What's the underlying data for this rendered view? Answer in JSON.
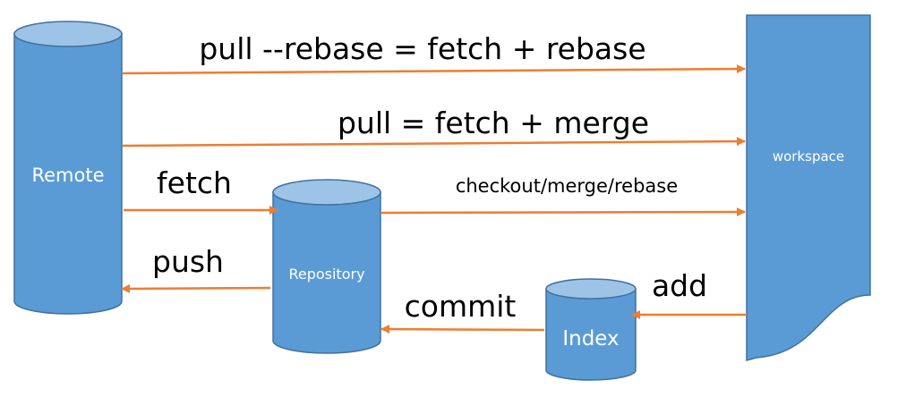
{
  "colors": {
    "shape_fill": "#5B9BD5",
    "shape_top": "#9DC3E6",
    "shape_stroke": "#41719C",
    "arrow": "#ED7D31",
    "text_dark": "#000000",
    "text_light": "#FFFFFF"
  },
  "nodes": {
    "remote": "Remote",
    "repository": "Repository",
    "index": "Index",
    "workspace": "workspace"
  },
  "edges": {
    "pull_rebase": "pull --rebase = fetch + rebase",
    "pull_merge": "pull = fetch + merge",
    "fetch": "fetch",
    "checkout": "checkout/merge/rebase",
    "push": "push",
    "add": "add",
    "commit": "commit"
  }
}
